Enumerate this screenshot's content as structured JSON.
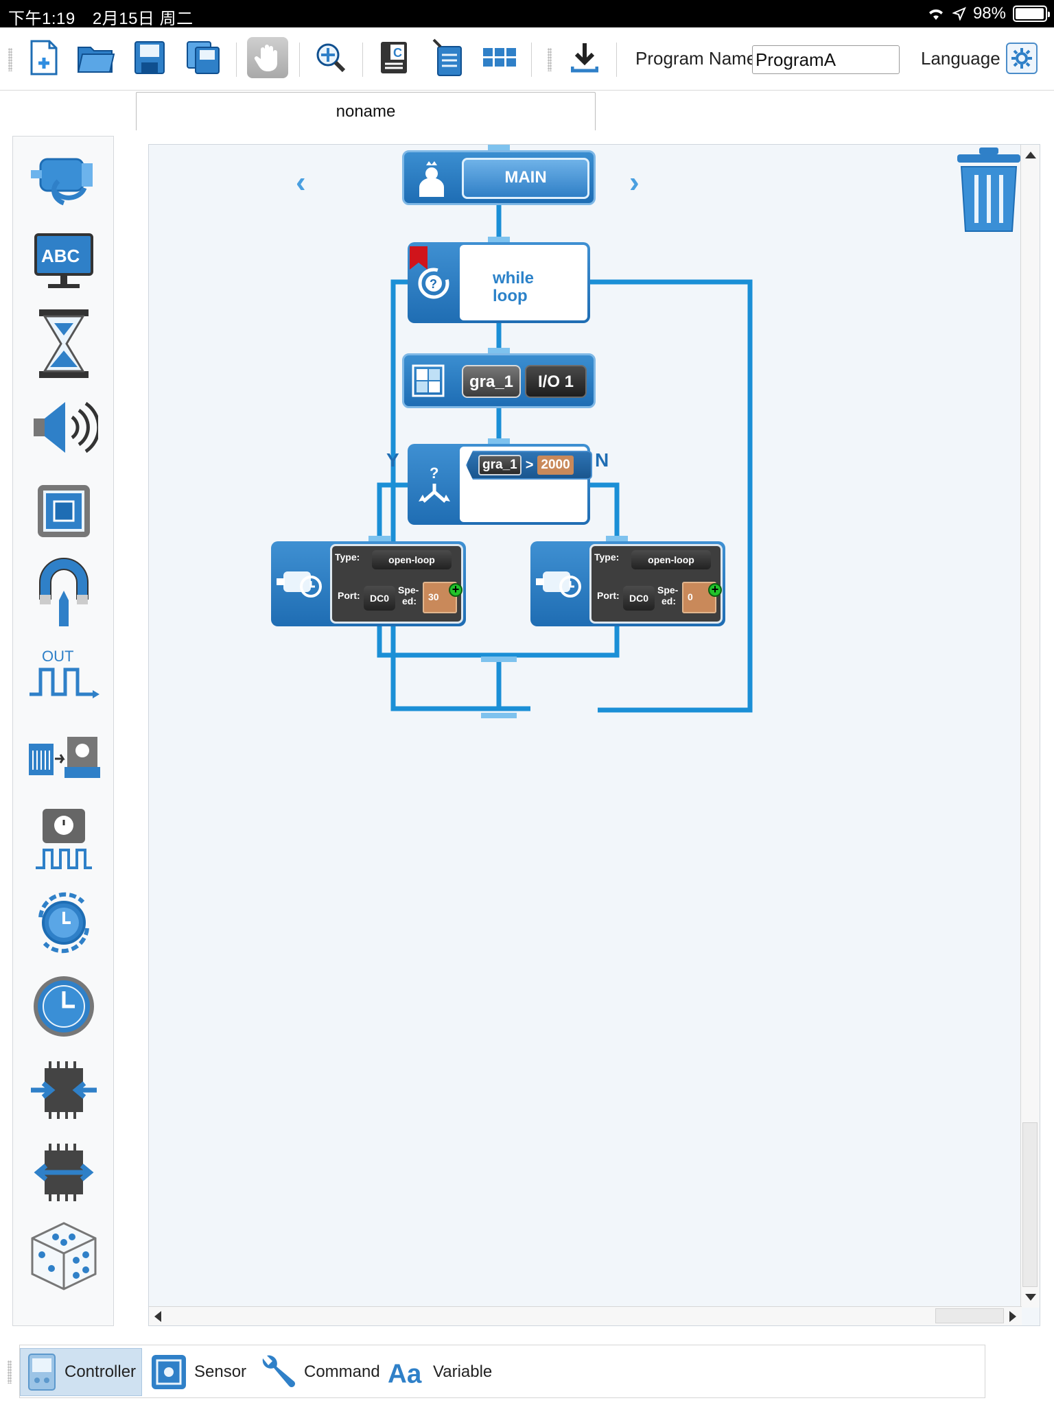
{
  "status_bar": {
    "time": "下午1:19",
    "date": "2月15日 周二",
    "battery": "98%",
    "battery_level": 0.98
  },
  "toolbar": {
    "buttons": [
      "new-file",
      "open-folder",
      "save",
      "save-as",
      "hand-tool",
      "zoom",
      "code-view",
      "download-list",
      "grid-view",
      "download"
    ],
    "program_name_label": "Program Name:",
    "program_name_value": "ProgramA",
    "language_label": "Language"
  },
  "tabs": {
    "active": "noname"
  },
  "palette": {
    "items": [
      "motor-icon",
      "display-abc-icon",
      "hourglass-icon",
      "speaker-icon",
      "button-icon",
      "magnet-icon",
      "pulse-output-icon",
      "rfid-icon",
      "servo-pulse-icon",
      "rotation-timer-icon",
      "clock-icon",
      "chip-in-icon",
      "chip-out-icon",
      "dice-icon"
    ]
  },
  "program": {
    "main_label": "MAIN",
    "while_label_line1": "while",
    "while_label_line2": "loop",
    "gra_block": {
      "variable": "gra_1",
      "port": "I/O 1"
    },
    "if_block": {
      "variable": "gra_1",
      "operator": ">",
      "value": "2000",
      "yes_label": "Y",
      "no_label": "N"
    },
    "motor_yes": {
      "type_label": "Type:",
      "type_value": "open-loop",
      "port_label": "Port:",
      "port_value": "DC0",
      "speed_label_1": "Spe-",
      "speed_label_2": "ed:",
      "speed_value": "30"
    },
    "motor_no": {
      "type_label": "Type:",
      "type_value": "open-loop",
      "port_label": "Port:",
      "port_value": "DC0",
      "speed_label_1": "Spe-",
      "speed_label_2": "ed:",
      "speed_value": "0"
    }
  },
  "bottom_tabs": [
    {
      "label": "Controller",
      "active": true
    },
    {
      "label": "Sensor",
      "active": false
    },
    {
      "label": "Command",
      "active": false
    },
    {
      "label": "Variable",
      "active": false
    }
  ],
  "colors": {
    "accent": "#1f6db3",
    "canvas": "#f2f6fa",
    "flow_line": "#1b8fd6",
    "bookmark": "#d0141b",
    "speed_field": "#c9895a"
  }
}
